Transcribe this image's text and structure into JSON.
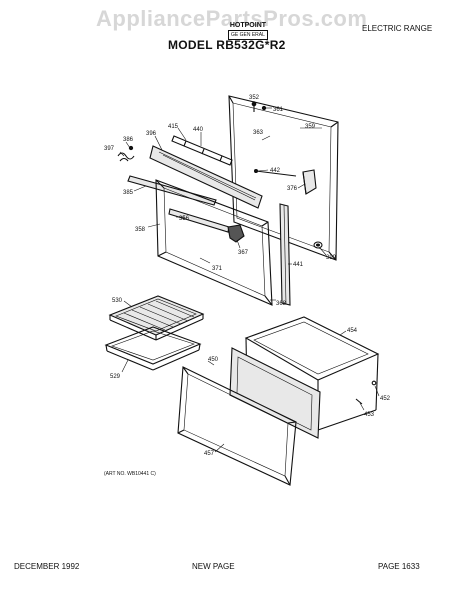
{
  "header": {
    "watermark": "AppliancePartsPros.com",
    "brand_top": "HOTPOINT",
    "brand_sub": "GE GEN ERAL",
    "category": "ELECTRIC RANGE",
    "model": "MODEL RB532G*R2"
  },
  "diagram": {
    "callouts": [
      "352",
      "361",
      "359",
      "363",
      "415",
      "440",
      "396",
      "386",
      "397",
      "442",
      "376",
      "385",
      "356",
      "358",
      "367",
      "371",
      "368",
      "441",
      "399",
      "530",
      "529",
      "450",
      "454",
      "452",
      "453",
      "457"
    ]
  },
  "footnote": "(ART NO. WB10441 C)",
  "footer": {
    "date": "DECEMBER 1992",
    "new_page": "NEW PAGE",
    "page": "PAGE 1633"
  }
}
